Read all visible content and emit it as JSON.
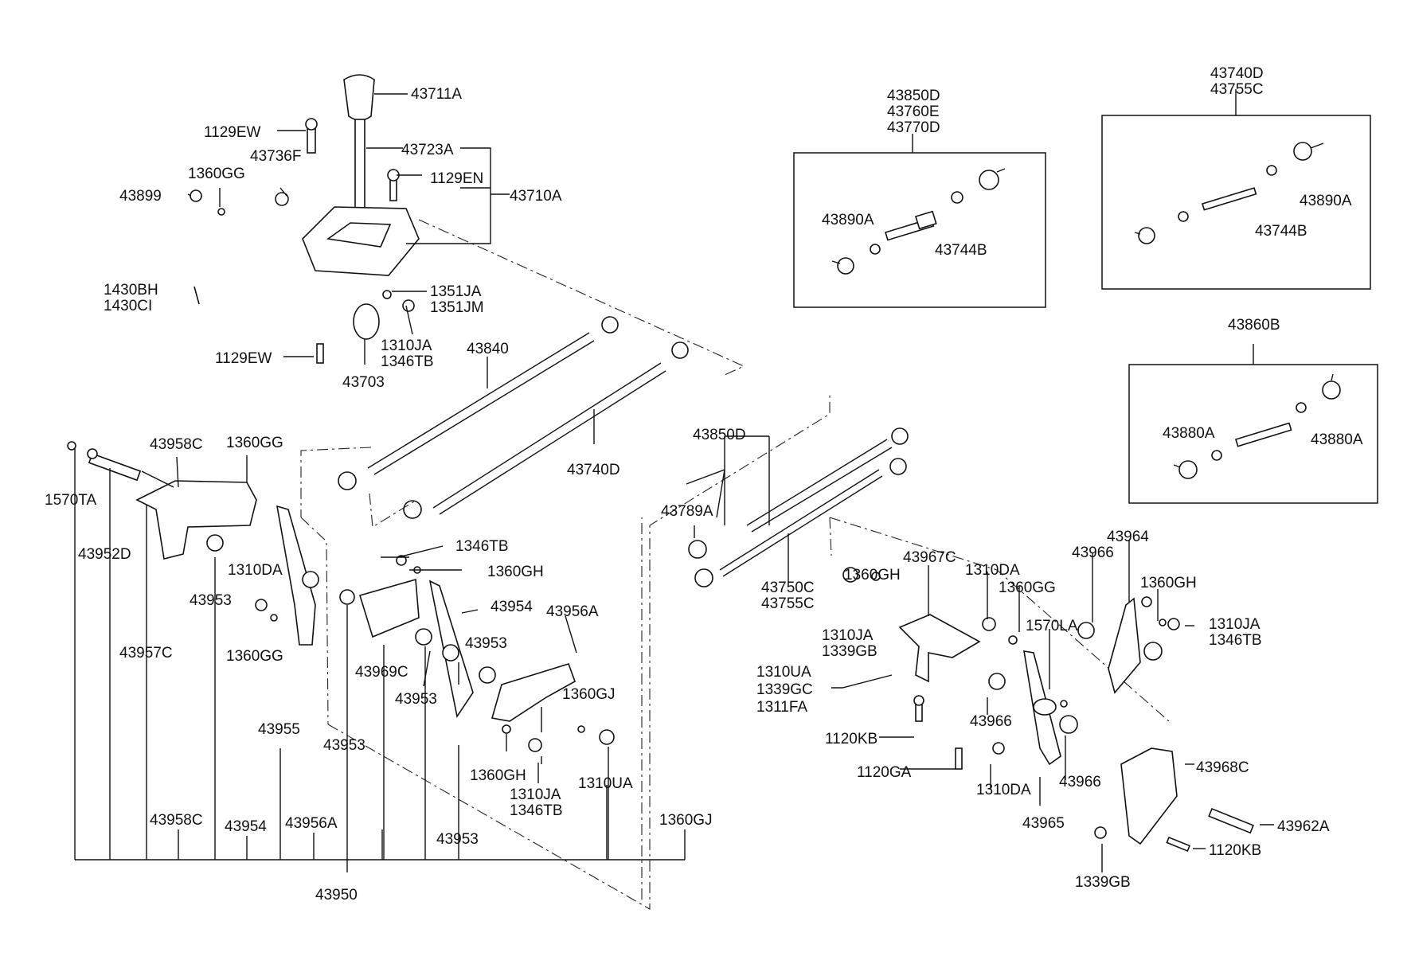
{
  "labels": {
    "p43711A": "43711A",
    "p43723A": "43723A",
    "p43710A": "43710A",
    "p1129EW_a": "1129EW",
    "p43736F": "43736F",
    "p1360GG_a": "1360GG",
    "p43899": "43899",
    "p1129EN": "1129EN",
    "p1430BH": "1430BH",
    "p1430CI": "1430CI",
    "p1351JA": "1351JA",
    "p1351JM": "1351JM",
    "p1310JA_a": "1310JA",
    "p1346TB_a": "1346TB",
    "p1129EW_b": "1129EW",
    "p43703": "43703",
    "p43840": "43840",
    "p43740D_a": "43740D",
    "box1_l1": "43850D",
    "box1_l2": "43760E",
    "box1_l3": "43770D",
    "box1_p43890A": "43890A",
    "box1_p43744B": "43744B",
    "box2_l1": "43740D",
    "box2_l2": "43755C",
    "box2_p43890A": "43890A",
    "box2_p43744B": "43744B",
    "box3_l1": "43860B",
    "box3_p43880A_a": "43880A",
    "box3_p43880A_b": "43880A",
    "p1570TA": "1570TA",
    "p43958C_a": "43958C",
    "p1360GG_b": "1360GG",
    "p43952D": "43952D",
    "p43953_a": "43953",
    "p1310DA_a": "1310DA",
    "p1360GG_c": "1360GG",
    "p43957C": "43957C",
    "p43955": "43955",
    "p43953_b": "43953",
    "p1346TB_b": "1346TB",
    "p1360GH_a": "1360GH",
    "p43954_a": "43954",
    "p43969C": "43969C",
    "p43953_c": "43953",
    "p43953_d": "43953",
    "p43956A_a": "43956A",
    "p1360GJ_a": "1360GJ",
    "p1360GH_b": "1360GH",
    "p1310JA_b": "1310JA",
    "p1346TB_c": "1346TB",
    "p1310UA_a": "1310UA",
    "p43953_e": "43953",
    "p1360GJ_b": "1360GJ",
    "p43958C_b": "43958C",
    "p43954_b": "43954",
    "p43956A_b": "43956A",
    "p43950": "43950",
    "p43850D": "43850D",
    "p43789A": "43789A",
    "p43750C": "43750C",
    "p43755C": "43755C",
    "p1360GH_c": "1360GH",
    "p1310JA_c": "1310JA",
    "p1339GB_a": "1339GB",
    "p43967C": "43967C",
    "p1310DA_b": "1310DA",
    "p1360GG_d": "1360GG",
    "p1570LA": "1570LA",
    "p43966_a": "43966",
    "p43964": "43964",
    "p1360GH_d": "1360GH",
    "p1310JA_d": "1310JA",
    "p1346TB_d": "1346TB",
    "p1310UA_b": "1310UA",
    "p1339GC": "1339GC",
    "p1311FA": "1311FA",
    "p1120KB_a": "1120KB",
    "p43966_b": "43966",
    "p1120GA": "1120GA",
    "p1310DA_c": "1310DA",
    "p43966_c": "43966",
    "p43965": "43965",
    "p43968C": "43968C",
    "p43962A": "43962A",
    "p1120KB_b": "1120KB",
    "p1339GB_b": "1339GB"
  }
}
